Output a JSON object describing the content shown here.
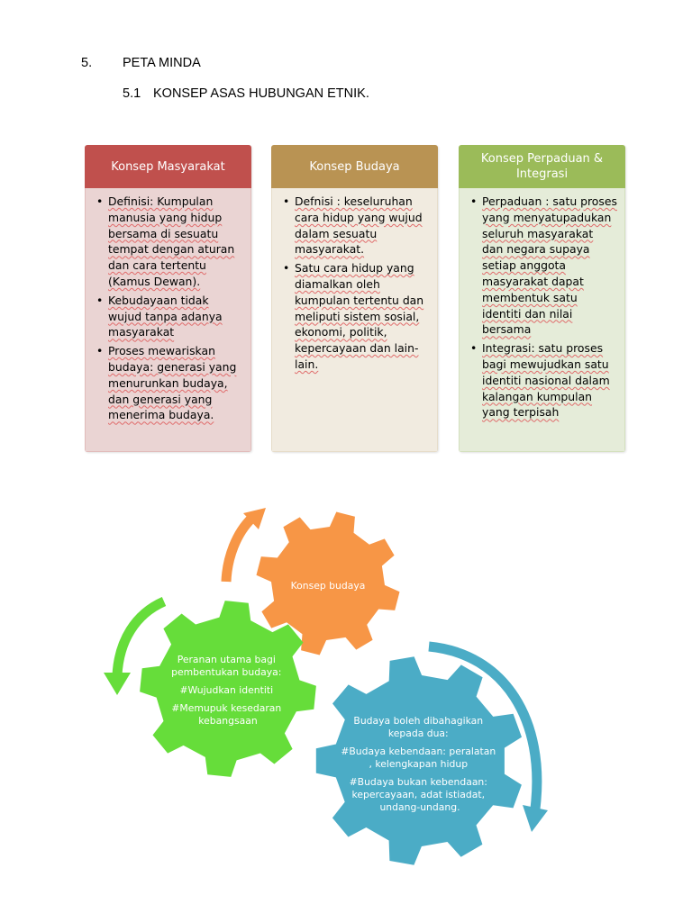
{
  "heading": {
    "number": "5.",
    "title": "PETA MINDA"
  },
  "subheading": {
    "number": "5.1",
    "title": "KONSEP ASAS HUBUNGAN ETNIK."
  },
  "colors": {
    "masyarakat": "#c0504d",
    "budaya": "#b99353",
    "integrasi": "#9bbb59",
    "gear_orange": "#f79646",
    "gear_green": "#66dd3a",
    "gear_blue": "#4bacc6"
  },
  "cards": [
    {
      "title": "Konsep Masyarakat",
      "items": [
        "Definisi: Kumpulan manusia yang hidup bersama di sesuatu tempat dengan aturan dan cara tertentu (Kamus Dewan).",
        "Kebudayaan tidak wujud tanpa adanya masyarakat",
        "Proses mewariskan budaya: generasi yang menurunkan budaya, dan generasi yang menerima budaya."
      ]
    },
    {
      "title": "Konsep Budaya",
      "items": [
        "Defnisi : keseluruhan cara hidup yang wujud dalam sesuatu masyarakat.",
        "Satu cara hidup yang diamalkan oleh kumpulan tertentu dan meliputi sistem sosial, ekonomi, politik, kepercayaan dan lain-lain."
      ]
    },
    {
      "title": "Konsep Perpaduan & Integrasi",
      "items": [
        "Perpaduan : satu proses yang menyatupadukan seluruh masyarakat dan negara supaya setiap anggota masyarakat dapat membentuk satu identiti dan nilai bersama",
        "Integrasi: satu proses bagi mewujudkan satu identiti nasional dalam kalangan kumpulan yang terpisah"
      ]
    }
  ],
  "gears": {
    "orange": {
      "text": "Konsep budaya"
    },
    "green": {
      "line1": "Peranan utama bagi",
      "line2": "pembentukan budaya:",
      "line3": "#Wujudkan identiti",
      "line4": "#Memupuk kesedaran",
      "line5": "kebangsaan"
    },
    "blue": {
      "line1": "Budaya boleh dibahagikan",
      "line2": "kepada dua:",
      "line3": "#Budaya kebendaan: peralatan",
      "line4": ", kelengkapan hidup",
      "line5": "#Budaya bukan kebendaan:",
      "line6": "kepercayaan, adat istiadat,",
      "line7": "undang-undang."
    }
  }
}
